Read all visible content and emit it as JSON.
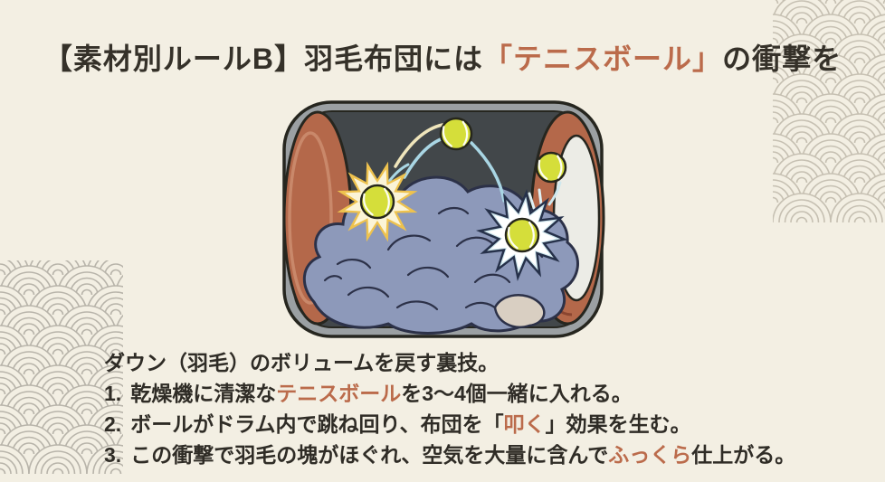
{
  "page": {
    "background_color": "#f3efe3",
    "text_color": "#2f2c26",
    "accent_color": "#bb6b4b"
  },
  "title": {
    "prefix": "【素材別ルールB】羽毛布団には",
    "highlight": "「テニスボール」",
    "suffix": "の衝撃を"
  },
  "illustration": {
    "description": "乾燥機のドラム内で羽毛布団とテニスボール4個が跳ね回るイラスト",
    "ball_count": 4,
    "colors": {
      "drum_frame": "#9ba0a3",
      "drum_interior": "#42474a",
      "rim": "#b4684a",
      "futon": "#8d99ba",
      "tennis_ball": "#d5de3a",
      "impact_left": "#eec24e",
      "impact_right": "#cfe7ee"
    }
  },
  "steps": {
    "intro": "ダウン（羽毛）のボリュームを戻す裏技。",
    "items": [
      {
        "number": "1.",
        "pre": "乾燥機に清潔な",
        "highlight": "テニスボール",
        "post": "を3〜4個一緒に入れる。"
      },
      {
        "number": "2.",
        "pre": "ボールがドラム内で跳ね回り、布団を「",
        "highlight": "叩く",
        "post": "」効果を生む。"
      },
      {
        "number": "3.",
        "pre": "この衝撃で羽毛の塊がほぐれ、空気を大量に含んで",
        "highlight": "ふっくら",
        "post": "仕上がる。"
      }
    ]
  }
}
